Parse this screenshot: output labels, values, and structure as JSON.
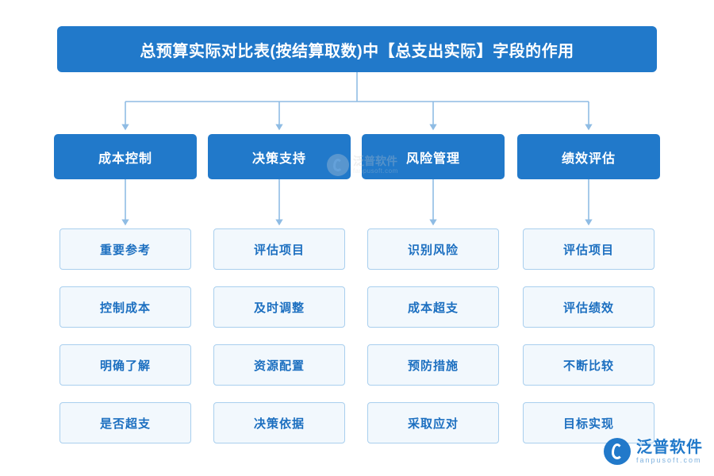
{
  "diagram": {
    "type": "hierarchy-flowchart",
    "title": "总预算实际对比表(按结算取数)中【总支出实际】字段的作用",
    "colors": {
      "node_primary": "#2179ca",
      "node_primary_text": "#ffffff",
      "leaf_fill": "#f2f8fd",
      "leaf_border": "#a9cfee",
      "leaf_text": "#1c6fc0",
      "connector": "#8fbce4",
      "background": "#ffffff"
    },
    "branches": [
      {
        "label": "成本控制",
        "children": [
          "重要参考",
          "控制成本",
          "明确了解",
          "是否超支"
        ]
      },
      {
        "label": "决策支持",
        "children": [
          "评估项目",
          "及时调整",
          "资源配置",
          "决策依据"
        ]
      },
      {
        "label": "风险管理",
        "children": [
          "识别风险",
          "成本超支",
          "预防措施",
          "采取应对"
        ]
      },
      {
        "label": "绩效评估",
        "children": [
          "评估项目",
          "评估绩效",
          "不断比较",
          "目标实现"
        ]
      }
    ]
  },
  "watermarks": {
    "center": {
      "name": "泛普软件",
      "sub": "fanpusoft.com"
    },
    "corner": {
      "name": "泛普软件",
      "sub": "fanpusoft.com"
    }
  }
}
